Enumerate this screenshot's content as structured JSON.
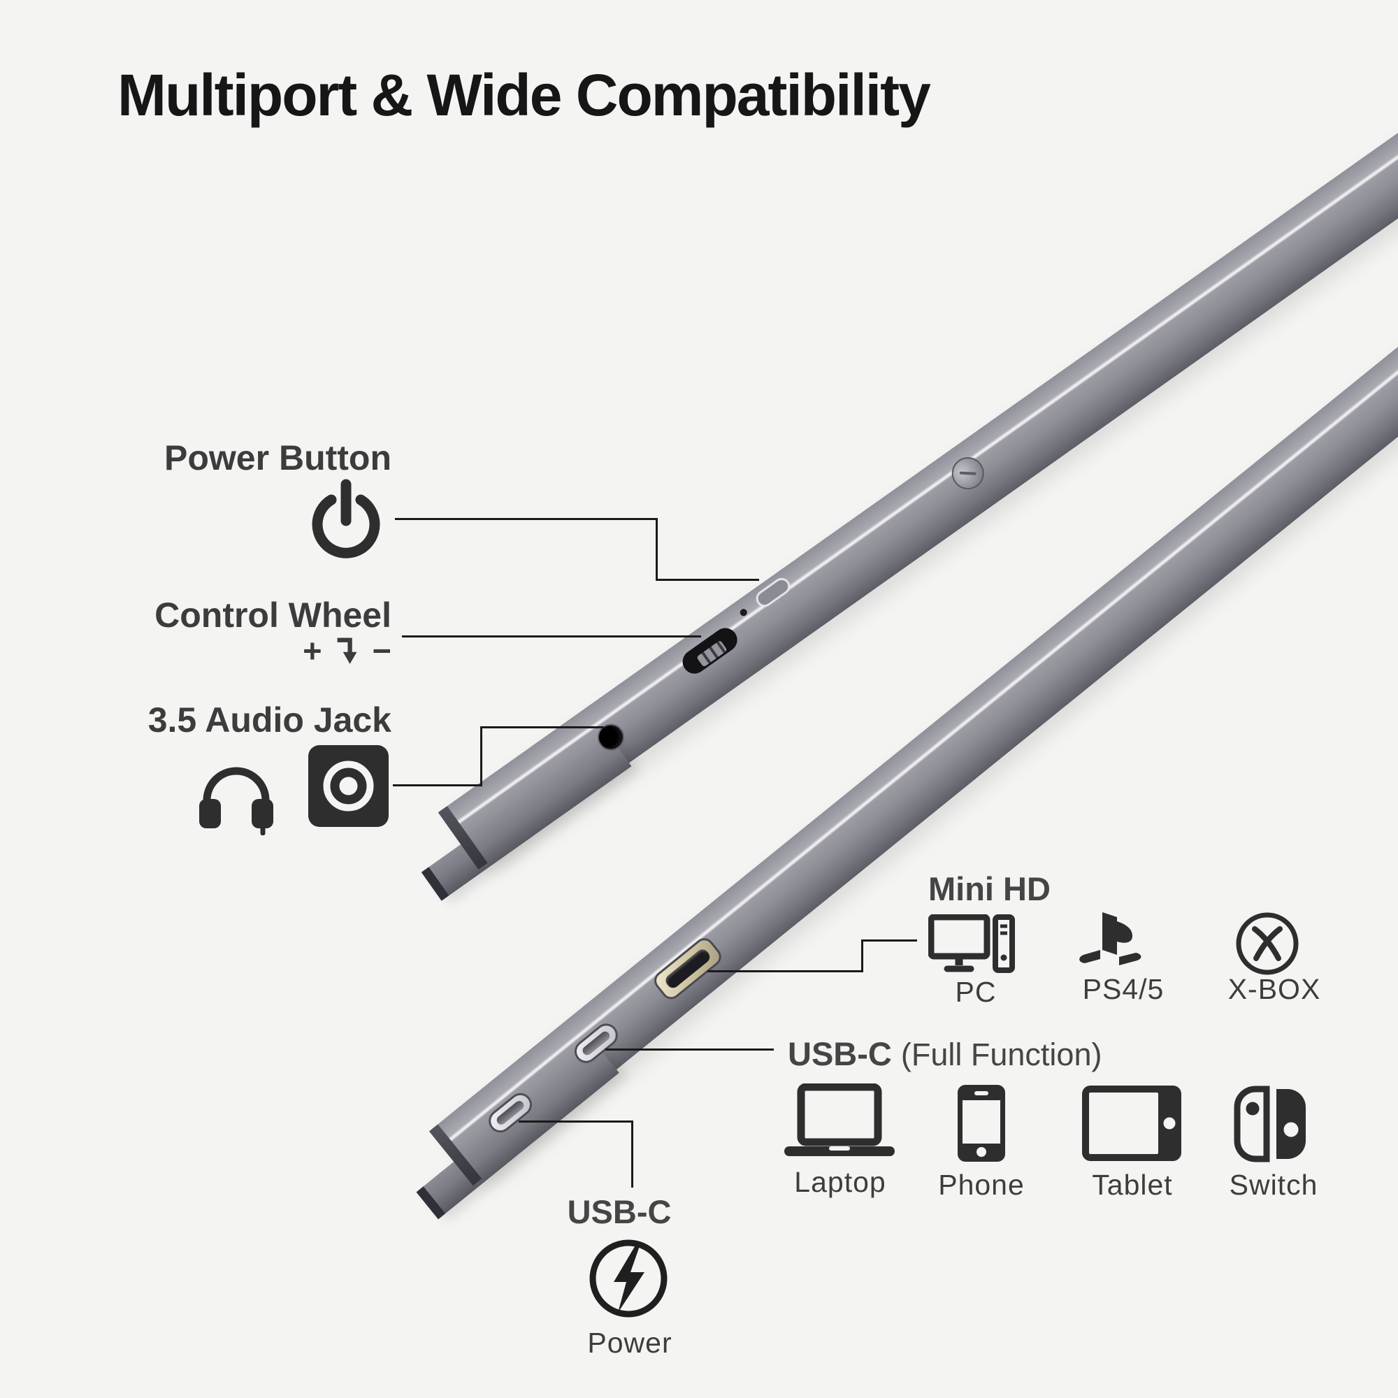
{
  "title": "Multiport & Wide Compatibility",
  "left_callouts": {
    "power_button": "Power Button",
    "control_wheel": "Control Wheel",
    "wheel_plus": "+",
    "wheel_minus": "−",
    "audio_jack": "3.5 Audio Jack"
  },
  "connections": {
    "mini_hd": {
      "heading": "Mini HD",
      "devices": [
        "PC",
        "PS4/5",
        "X-BOX"
      ]
    },
    "usb_c_full": {
      "heading": "USB-C",
      "subheading": "(Full Function)",
      "devices": [
        "Laptop",
        "Phone",
        "Tablet",
        "Switch"
      ]
    },
    "usb_c_power": {
      "heading": "USB-C",
      "caption": "Power"
    }
  },
  "icons": [
    "power-icon",
    "enter-arrow-icon",
    "headphones-icon",
    "speaker-icon",
    "pc-icon",
    "playstation-icon",
    "xbox-icon",
    "laptop-icon",
    "phone-icon",
    "tablet-icon",
    "switch-icon",
    "lightning-circle-icon"
  ],
  "colors": {
    "background": "#f4f4f2",
    "title_text": "#161616",
    "label_text": "#3c3c3c",
    "caption_text": "#3d3d3d",
    "callout_line": "#1a1a1a",
    "bar_light": "#aaaab1",
    "bar_dark": "#5d5d66",
    "hdmi_gold": "#d6cdae",
    "usbc_silver": "#e8e8ea",
    "icon_ink": "#2e2e2e"
  }
}
